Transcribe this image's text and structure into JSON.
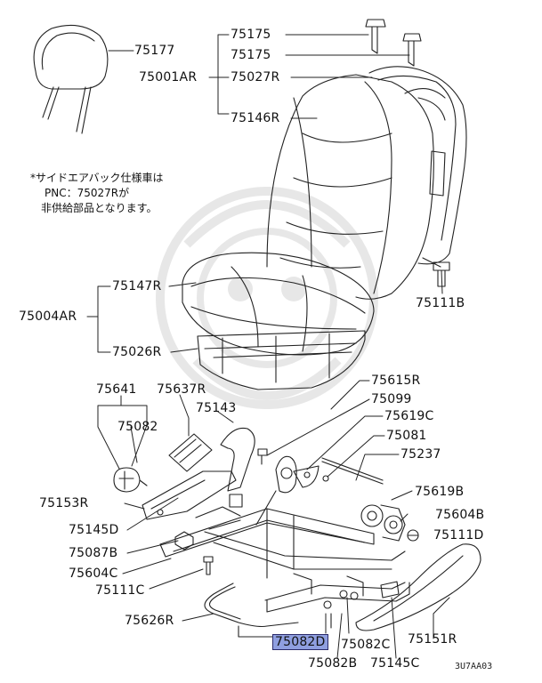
{
  "diagram": {
    "labels": [
      {
        "id": "l75177",
        "text": "75177"
      },
      {
        "id": "l75175a",
        "text": "75175"
      },
      {
        "id": "l75175b",
        "text": "75175"
      },
      {
        "id": "l75001AR",
        "text": "75001AR"
      },
      {
        "id": "l75027R",
        "text": "75027R"
      },
      {
        "id": "l75146R",
        "text": "75146R"
      },
      {
        "id": "l75147R",
        "text": "75147R"
      },
      {
        "id": "l75004AR",
        "text": "75004AR"
      },
      {
        "id": "l75026R",
        "text": "75026R"
      },
      {
        "id": "l75111B",
        "text": "75111B"
      },
      {
        "id": "l75615R",
        "text": "75615R"
      },
      {
        "id": "l75641",
        "text": "75641"
      },
      {
        "id": "l75637R",
        "text": "75637R"
      },
      {
        "id": "l75099",
        "text": "75099"
      },
      {
        "id": "l75143",
        "text": "75143"
      },
      {
        "id": "l75619C",
        "text": "75619C"
      },
      {
        "id": "l75082",
        "text": "75082"
      },
      {
        "id": "l75081",
        "text": "75081"
      },
      {
        "id": "l75237",
        "text": "75237"
      },
      {
        "id": "l75153R",
        "text": "75153R"
      },
      {
        "id": "l75619B",
        "text": "75619B"
      },
      {
        "id": "l75604B",
        "text": "75604B"
      },
      {
        "id": "l75145D",
        "text": "75145D"
      },
      {
        "id": "l75111D",
        "text": "75111D"
      },
      {
        "id": "l75087B",
        "text": "75087B"
      },
      {
        "id": "l75604C",
        "text": "75604C"
      },
      {
        "id": "l75111C",
        "text": "75111C"
      },
      {
        "id": "l75626R",
        "text": "75626R"
      },
      {
        "id": "l75151R",
        "text": "75151R"
      },
      {
        "id": "l75082D",
        "text": "75082D"
      },
      {
        "id": "l75082C",
        "text": "75082C"
      },
      {
        "id": "l75082B",
        "text": "75082B"
      },
      {
        "id": "l75145C",
        "text": "75145C"
      }
    ],
    "highlighted_part": "75082D",
    "note_lines": [
      "*サイドエアバック仕様車は",
      "PNC：75027Rが",
      "非供給部品となります。"
    ],
    "drawing_code": "3U7AA03",
    "colors": {
      "line": "#222222",
      "highlight": "#8f9fe0",
      "watermark": "#000000"
    }
  }
}
